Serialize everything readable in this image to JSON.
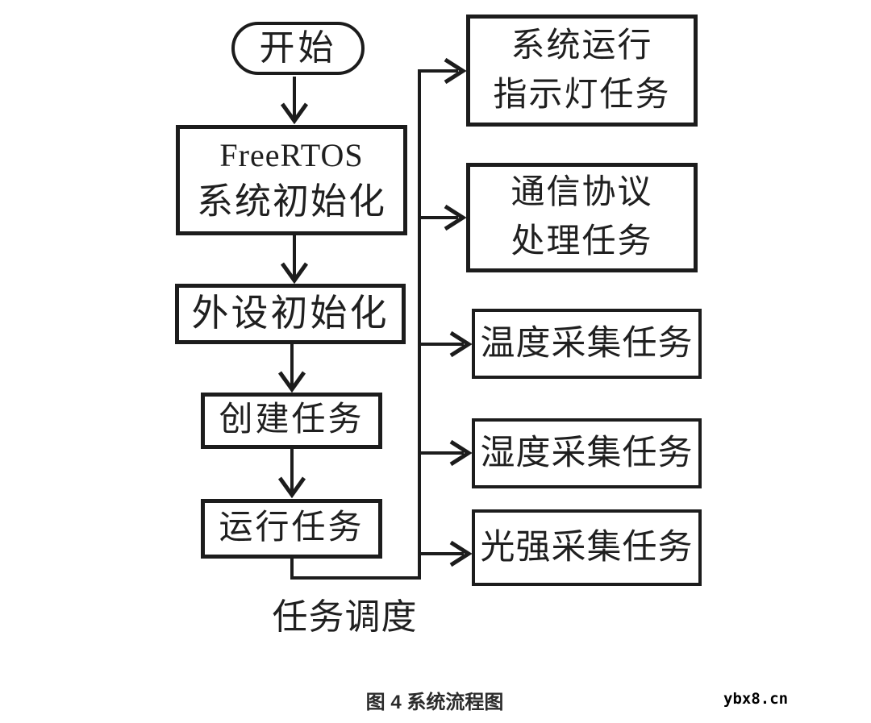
{
  "diagram": {
    "start_node": {
      "label": "开始"
    },
    "left_nodes": [
      {
        "id": "freertos-init",
        "lines": [
          "FreeRTOS",
          "系统初始化"
        ]
      },
      {
        "id": "peripheral-init",
        "lines": [
          "外设初始化"
        ]
      },
      {
        "id": "create-tasks",
        "lines": [
          "创建任务"
        ]
      },
      {
        "id": "run-tasks",
        "lines": [
          "运行任务"
        ]
      }
    ],
    "task_nodes": [
      {
        "id": "led-task",
        "lines": [
          "系统运行",
          "指示灯任务"
        ]
      },
      {
        "id": "comm-task",
        "lines": [
          "通信协议",
          "处理任务"
        ]
      },
      {
        "id": "temperature-task",
        "lines": [
          "温度采集任务"
        ]
      },
      {
        "id": "humidity-task",
        "lines": [
          "湿度采集任务"
        ]
      },
      {
        "id": "light-task",
        "lines": [
          "光强采集任务"
        ]
      }
    ],
    "loop_label": "任务调度",
    "line_color": "#1c1c1c",
    "background_color": "#ffffff"
  },
  "footer": {
    "caption": "图 4 系统流程图",
    "watermark": "ybx8.cn"
  }
}
